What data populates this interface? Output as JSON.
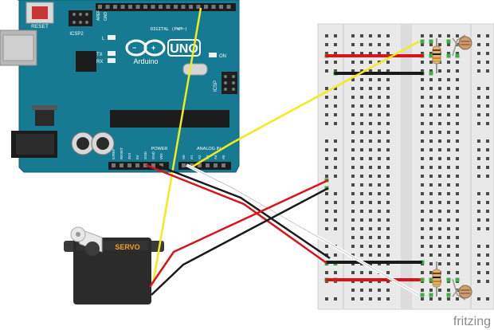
{
  "arduino": {
    "brand": "Arduino",
    "model": "UNO",
    "reset_label": "RESET",
    "icsp2_label": "ICSP2",
    "icsp_label": "ICSP",
    "led_l": "L",
    "led_tx": "TX",
    "led_rx": "RX",
    "on_label": "ON",
    "digital_label": "DIGITAL (PWM~)",
    "power_label": "POWER",
    "analog_label": "ANALOG IN",
    "aref_label": "AREF",
    "gnd_label": "GND",
    "power_pins": [
      "IOREF",
      "RESET",
      "3V3",
      "5V",
      "GND",
      "GND",
      "VIN"
    ],
    "analog_pins": [
      "A0",
      "A1",
      "A2",
      "A3",
      "A4",
      "A5"
    ]
  },
  "servo": {
    "label": "SERVO"
  },
  "watermark": "fritzing",
  "colors": {
    "board": "#167a92",
    "board_dark": "#0f5f72",
    "wire_yellow": "#f5ea1a",
    "wire_red": "#d8141a",
    "wire_black": "#1a1a1a",
    "wire_white": "#f2f2f2",
    "breadboard": "#e9e9e9",
    "servo_body": "#2b2b2b",
    "servo_label": "#f0a020"
  }
}
